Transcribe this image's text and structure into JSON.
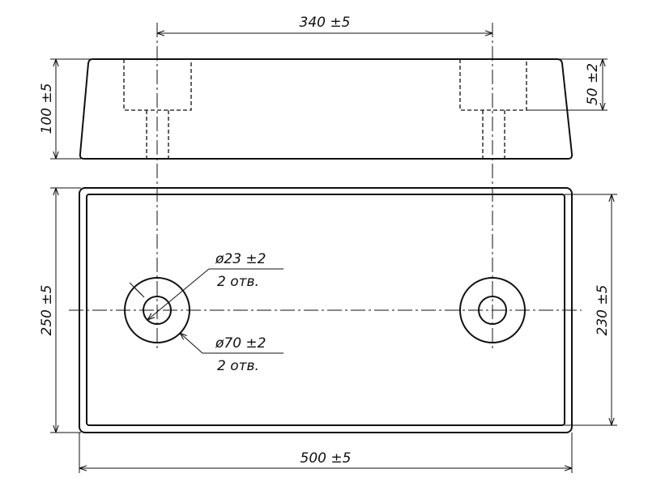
{
  "drawing": {
    "dimensions": {
      "hole_spacing": "340 ±5",
      "total_height": "100 ±5",
      "counterbore_depth": "50 ±2",
      "overall_width": "250 ±5",
      "inner_width": "230 ±5",
      "overall_length": "500 ±5"
    },
    "callouts": {
      "small_hole_diameter": "ø23 ±2",
      "small_hole_count": "2 отв.",
      "large_hole_diameter": "ø70 ±2",
      "large_hole_count": "2 отв."
    }
  }
}
